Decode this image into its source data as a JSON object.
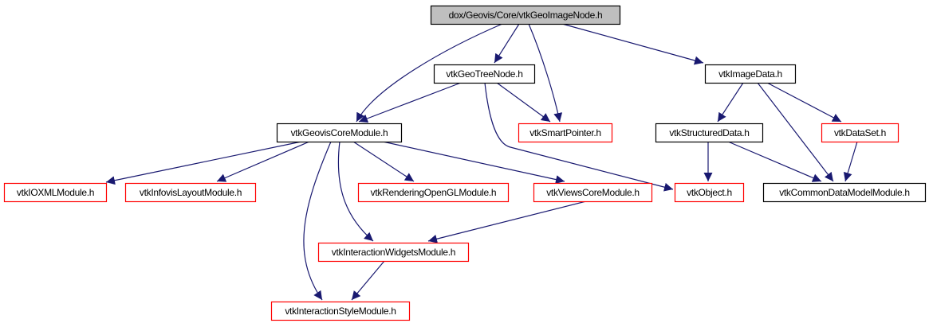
{
  "diagram": {
    "type": "include-dependency-graph",
    "colors": {
      "edge": "#191970",
      "root_fill": "#bfbfbf",
      "documented_border": "#000000",
      "undocumented_border": "#ff0000",
      "node_fill": "#ffffff"
    },
    "nodes": [
      {
        "id": "root",
        "label": "dox/Geovis/Core/vtkGeoImageNode.h",
        "style": "root"
      },
      {
        "id": "geotreenode",
        "label": "vtkGeoTreeNode.h",
        "style": "documented"
      },
      {
        "id": "imagedata",
        "label": "vtkImageData.h",
        "style": "documented"
      },
      {
        "id": "geoviscore",
        "label": "vtkGeovisCoreModule.h",
        "style": "documented"
      },
      {
        "id": "smartpointer",
        "label": "vtkSmartPointer.h",
        "style": "undocumented"
      },
      {
        "id": "structureddata",
        "label": "vtkStructuredData.h",
        "style": "documented"
      },
      {
        "id": "dataset",
        "label": "vtkDataSet.h",
        "style": "undocumented"
      },
      {
        "id": "ioxml",
        "label": "vtkIOXMLModule.h",
        "style": "undocumented"
      },
      {
        "id": "infovislayout",
        "label": "vtkInfovisLayoutModule.h",
        "style": "undocumented"
      },
      {
        "id": "renderingopengl",
        "label": "vtkRenderingOpenGLModule.h",
        "style": "undocumented"
      },
      {
        "id": "viewscore",
        "label": "vtkViewsCoreModule.h",
        "style": "undocumented"
      },
      {
        "id": "object",
        "label": "vtkObject.h",
        "style": "undocumented"
      },
      {
        "id": "commondatamodel",
        "label": "vtkCommonDataModelModule.h",
        "style": "documented"
      },
      {
        "id": "interactionwidgets",
        "label": "vtkInteractionWidgetsModule.h",
        "style": "undocumented"
      },
      {
        "id": "interactionstyle",
        "label": "vtkInteractionStyleModule.h",
        "style": "undocumented"
      }
    ],
    "edges": [
      {
        "from": "root",
        "to": "geotreenode"
      },
      {
        "from": "root",
        "to": "geoviscore"
      },
      {
        "from": "root",
        "to": "smartpointer"
      },
      {
        "from": "root",
        "to": "imagedata"
      },
      {
        "from": "geotreenode",
        "to": "geoviscore"
      },
      {
        "from": "geotreenode",
        "to": "smartpointer"
      },
      {
        "from": "geotreenode",
        "to": "object"
      },
      {
        "from": "imagedata",
        "to": "structureddata"
      },
      {
        "from": "imagedata",
        "to": "dataset"
      },
      {
        "from": "imagedata",
        "to": "commondatamodel"
      },
      {
        "from": "structureddata",
        "to": "object"
      },
      {
        "from": "structureddata",
        "to": "commondatamodel"
      },
      {
        "from": "dataset",
        "to": "commondatamodel"
      },
      {
        "from": "geoviscore",
        "to": "ioxml"
      },
      {
        "from": "geoviscore",
        "to": "infovislayout"
      },
      {
        "from": "geoviscore",
        "to": "renderingopengl"
      },
      {
        "from": "geoviscore",
        "to": "viewscore"
      },
      {
        "from": "geoviscore",
        "to": "interactionwidgets"
      },
      {
        "from": "geoviscore",
        "to": "interactionstyle"
      },
      {
        "from": "viewscore",
        "to": "interactionwidgets"
      },
      {
        "from": "interactionwidgets",
        "to": "interactionstyle"
      }
    ]
  }
}
